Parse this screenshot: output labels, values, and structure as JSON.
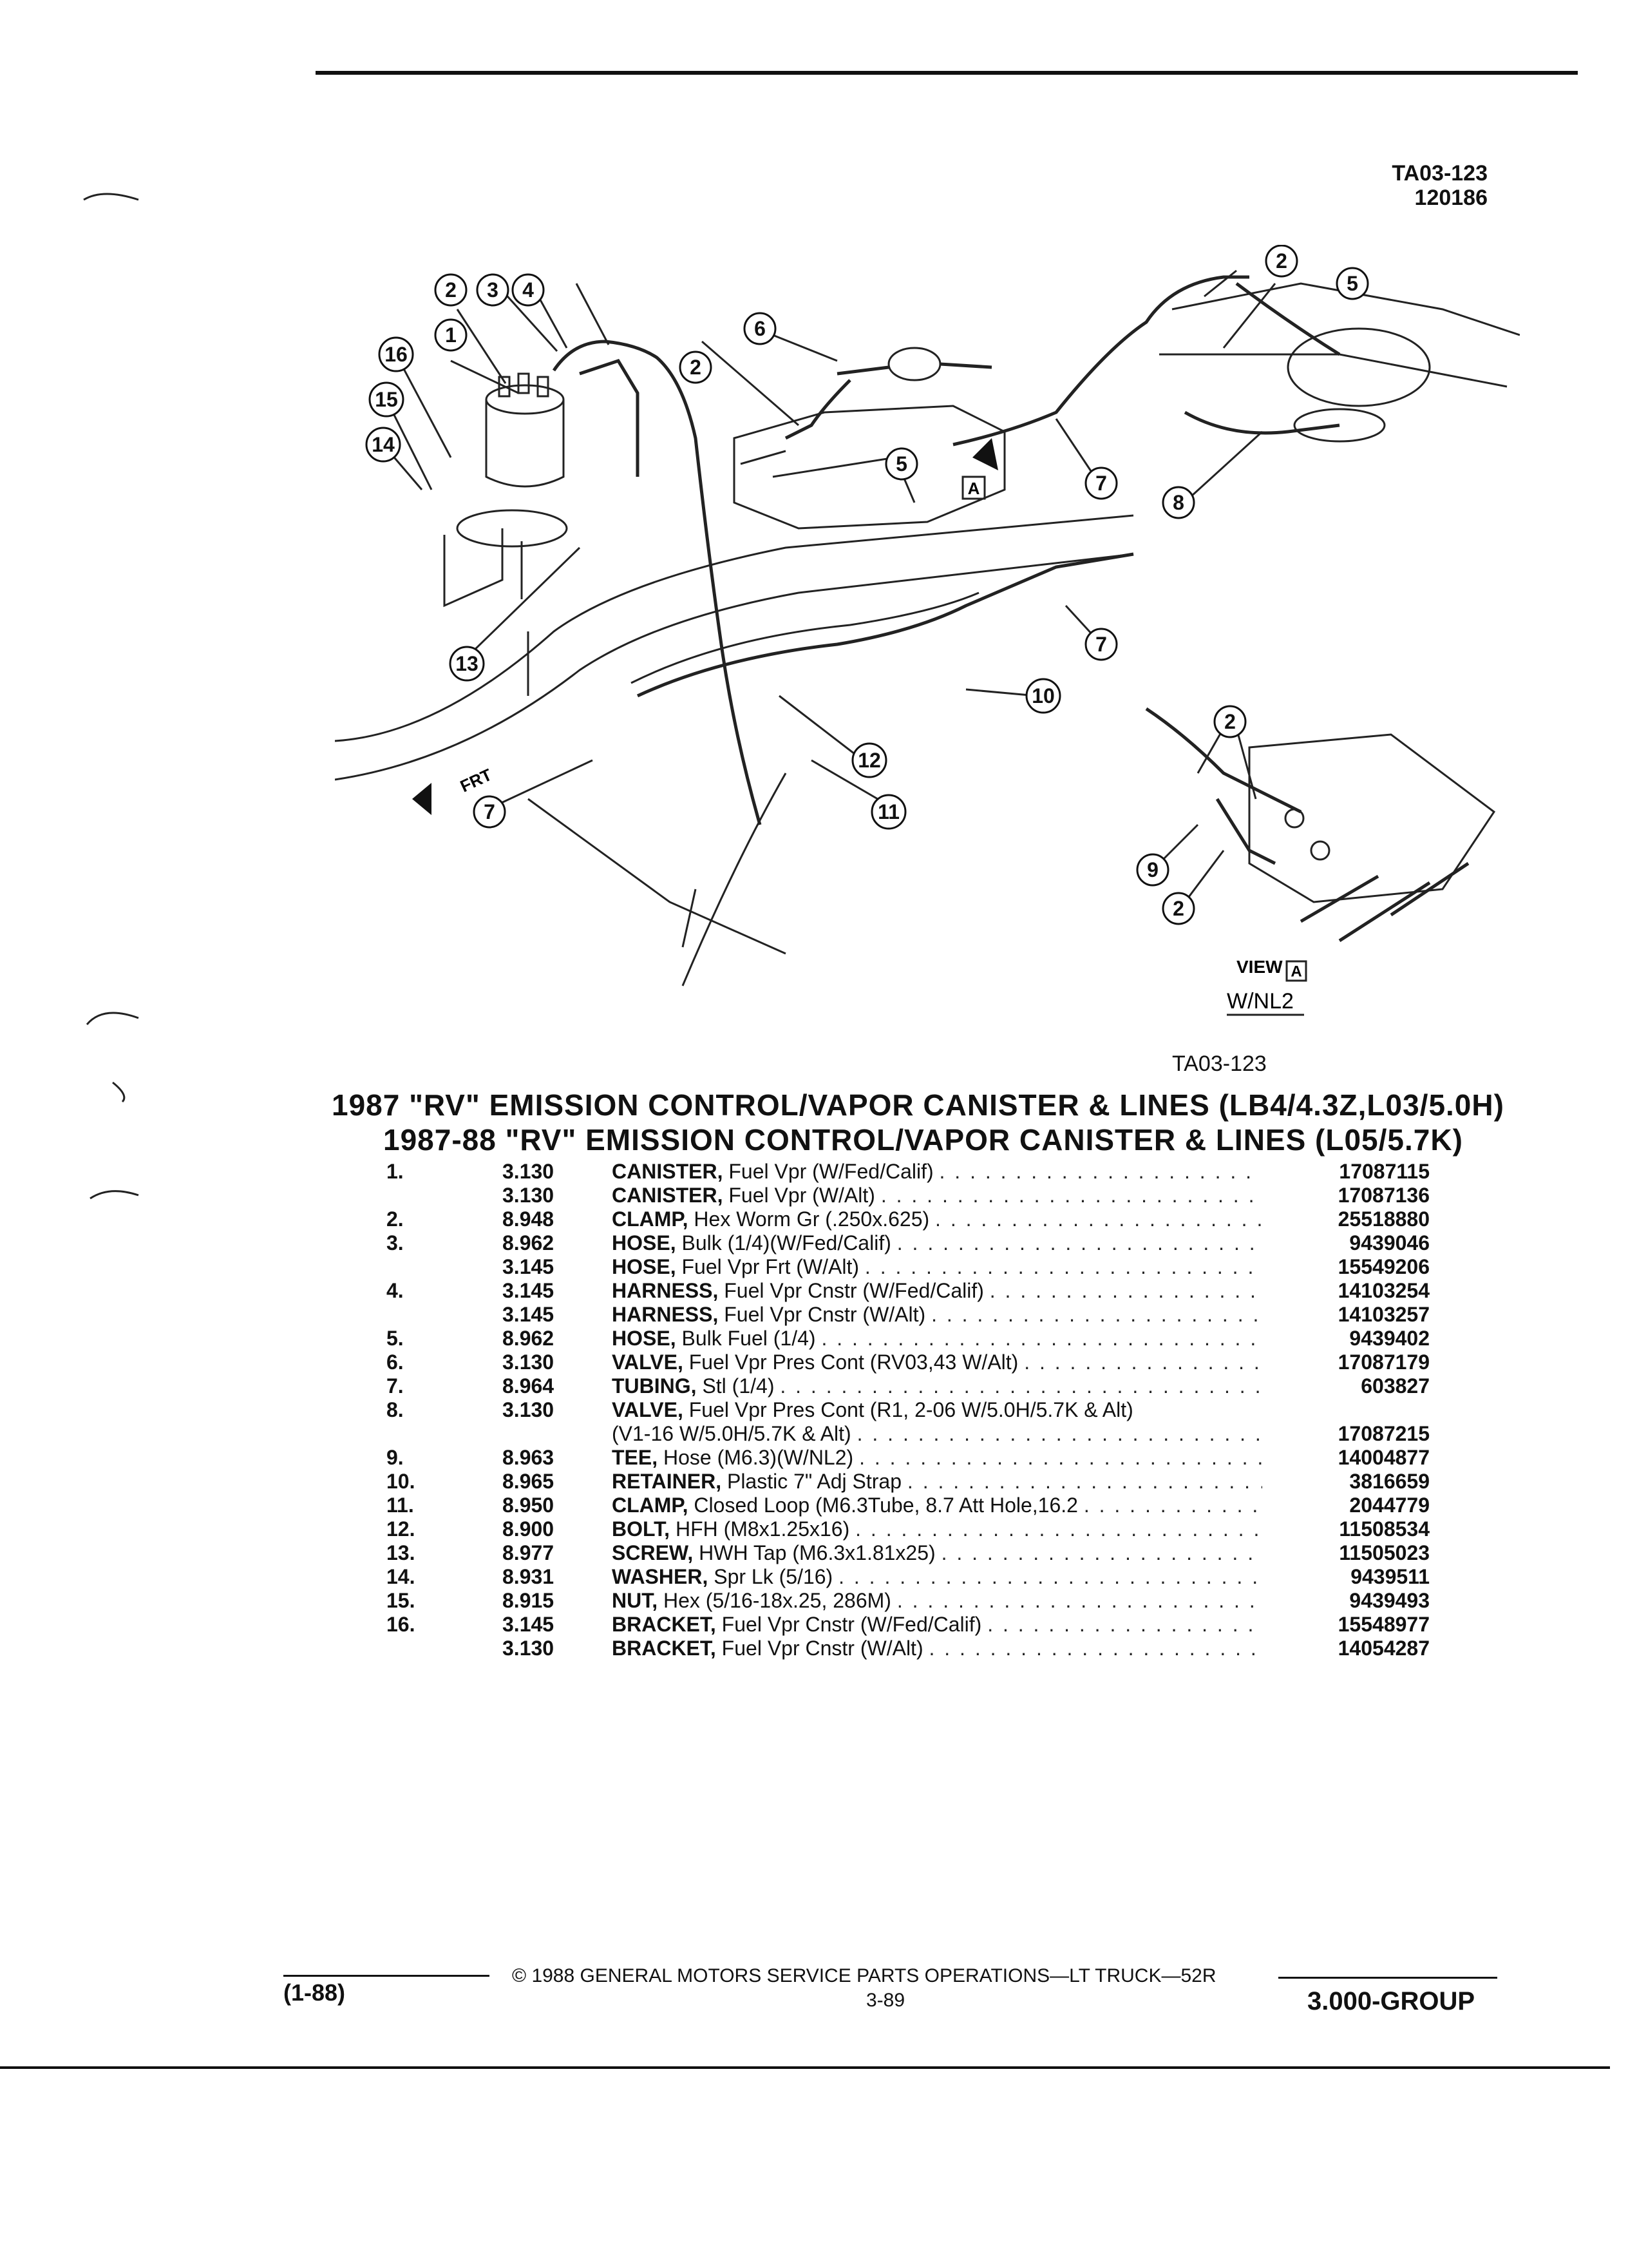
{
  "header": {
    "code_line1": "TA03-123",
    "code_line2": "120186"
  },
  "diagram": {
    "callouts": [
      "1",
      "2",
      "3",
      "4",
      "5",
      "6",
      "7",
      "8",
      "9",
      "10",
      "11",
      "12",
      "13",
      "14",
      "15",
      "16"
    ],
    "front_label": "FRT",
    "view_letter": "A",
    "view_label": "VIEW",
    "view_sub": "W/NL2",
    "figure_code": "TA03-123"
  },
  "titles": {
    "line1": "1987 \"RV\" EMISSION CONTROL/VAPOR CANISTER & LINES (LB4/4.3Z,L03/5.0H)",
    "line2": "1987-88 \"RV\" EMISSION CONTROL/VAPOR CANISTER & LINES (L05/5.7K)"
  },
  "parts": [
    {
      "ref": "1.",
      "group": "3.130",
      "name": "CANISTER,",
      "desc": "Fuel Vpr (W/Fed/Calif)",
      "part": "17087115"
    },
    {
      "ref": "",
      "group": "3.130",
      "name": "CANISTER,",
      "desc": "Fuel Vpr (W/Alt)",
      "part": "17087136"
    },
    {
      "ref": "2.",
      "group": "8.948",
      "name": "CLAMP,",
      "desc": "Hex Worm Gr (.250x.625)",
      "part": "25518880"
    },
    {
      "ref": "3.",
      "group": "8.962",
      "name": "HOSE,",
      "desc": "Bulk (1/4)(W/Fed/Calif)",
      "part": "9439046"
    },
    {
      "ref": "",
      "group": "3.145",
      "name": "HOSE,",
      "desc": "Fuel Vpr Frt (W/Alt)",
      "part": "15549206"
    },
    {
      "ref": "4.",
      "group": "3.145",
      "name": "HARNESS,",
      "desc": "Fuel Vpr Cnstr (W/Fed/Calif)",
      "part": "14103254"
    },
    {
      "ref": "",
      "group": "3.145",
      "name": "HARNESS,",
      "desc": "Fuel Vpr Cnstr (W/Alt)",
      "part": "14103257"
    },
    {
      "ref": "5.",
      "group": "8.962",
      "name": "HOSE,",
      "desc": "Bulk Fuel (1/4)",
      "part": "9439402"
    },
    {
      "ref": "6.",
      "group": "3.130",
      "name": "VALVE,",
      "desc": "Fuel Vpr Pres Cont (RV03,43 W/Alt)",
      "part": "17087179"
    },
    {
      "ref": "7.",
      "group": "8.964",
      "name": "TUBING,",
      "desc": "Stl (1/4)",
      "part": "603827"
    },
    {
      "ref": "8.",
      "group": "3.130",
      "name": "VALVE,",
      "desc": "Fuel Vpr Pres Cont (R1, 2-06 W/5.0H/5.7K & Alt)",
      "part": ""
    },
    {
      "ref": "",
      "group": "",
      "name": "",
      "desc": "(V1-16 W/5.0H/5.7K & Alt)",
      "part": "17087215"
    },
    {
      "ref": "9.",
      "group": "8.963",
      "name": "TEE,",
      "desc": "Hose (M6.3)(W/NL2)",
      "part": "14004877"
    },
    {
      "ref": "10.",
      "group": "8.965",
      "name": "RETAINER,",
      "desc": "Plastic 7\" Adj Strap",
      "part": "3816659"
    },
    {
      "ref": "11.",
      "group": "8.950",
      "name": "CLAMP,",
      "desc": "Closed Loop (M6.3Tube, 8.7 Att Hole,16.2",
      "part": "2044779"
    },
    {
      "ref": "12.",
      "group": "8.900",
      "name": "BOLT,",
      "desc": "HFH (M8x1.25x16)",
      "part": "11508534"
    },
    {
      "ref": "13.",
      "group": "8.977",
      "name": "SCREW,",
      "desc": "HWH Tap (M6.3x1.81x25)",
      "part": "11505023"
    },
    {
      "ref": "14.",
      "group": "8.931",
      "name": "WASHER,",
      "desc": "Spr Lk (5/16)",
      "part": "9439511"
    },
    {
      "ref": "15.",
      "group": "8.915",
      "name": "NUT,",
      "desc": "Hex (5/16-18x.25, 286M)",
      "part": "9439493"
    },
    {
      "ref": "16.",
      "group": "3.145",
      "name": "BRACKET,",
      "desc": "Fuel Vpr Cnstr (W/Fed/Calif)",
      "part": "15548977"
    },
    {
      "ref": "",
      "group": "3.130",
      "name": "BRACKET,",
      "desc": "Fuel Vpr Cnstr (W/Alt)",
      "part": "14054287"
    }
  ],
  "footer": {
    "date": "(1-88)",
    "copyright": "© 1988 GENERAL MOTORS SERVICE PARTS OPERATIONS—LT TRUCK—52R",
    "page": "3-89",
    "group": "3.000-GROUP"
  }
}
